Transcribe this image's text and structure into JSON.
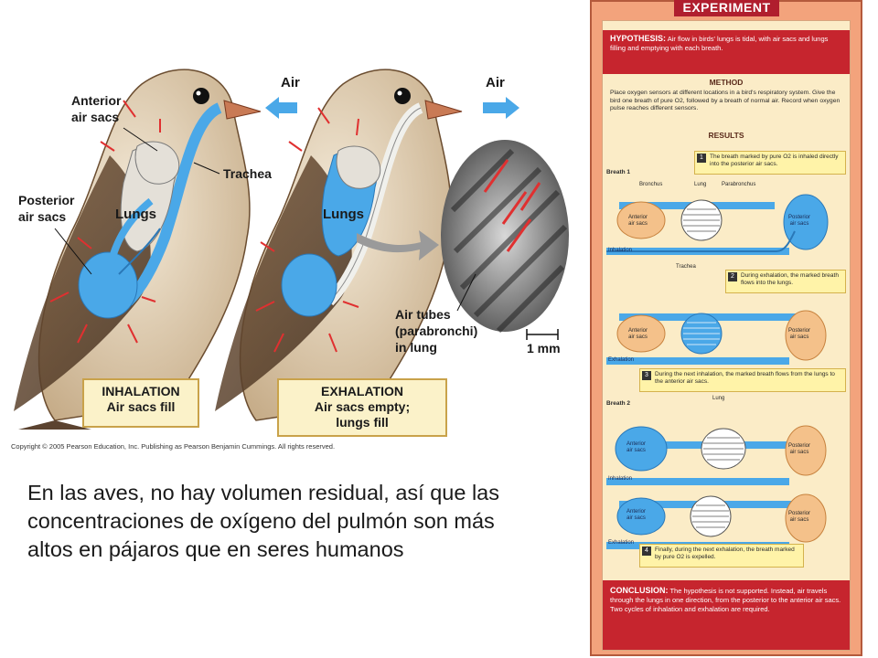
{
  "diagram": {
    "labels": {
      "air_left": "Air",
      "air_right": "Air",
      "anterior_air_sacs": "Anterior\nair sacs",
      "trachea": "Trachea",
      "posterior_air_sacs": "Posterior\nair sacs",
      "lungs_left": "Lungs",
      "lungs_right": "Lungs",
      "air_tubes": "Air tubes\n(parabronchi)\nin lung",
      "scale": "1 mm"
    },
    "inhalation": {
      "title": "INHALATION",
      "subtitle": "Air sacs fill"
    },
    "exhalation": {
      "title": "EXHALATION",
      "subtitle": "Air sacs empty;\nlungs fill"
    },
    "copyright": "Copyright © 2005 Pearson Education, Inc. Publishing as Pearson Benjamin Cummings. All rights reserved."
  },
  "slide_text": "En las aves, no hay volumen residual, así que las concentraciones de oxígeno del pulmón son más altos en pájaros que en seres humanos",
  "experiment": {
    "title": "EXPERIMENT",
    "hypothesis_label": "HYPOTHESIS:",
    "hypothesis_text": "Air flow in birds' lungs is tidal, with air sacs and lungs filling and emptying with each breath.",
    "method_heading": "METHOD",
    "method_text": "Place oxygen sensors at different locations in a bird's respiratory system. Give the bird one breath of pure O2, followed by a breath of normal air. Record when oxygen pulse reaches different sensors.",
    "results_heading": "RESULTS",
    "breath1": "Breath 1",
    "breath2": "Breath 2",
    "notes": [
      {
        "num": "1",
        "text": "The breath marked by pure O2 is inhaled directly into the posterior air sacs."
      },
      {
        "num": "2",
        "text": "During exhalation, the marked breath flows into the lungs."
      },
      {
        "num": "3",
        "text": "During the next inhalation, the marked breath flows from the lungs to the anterior air sacs."
      },
      {
        "num": "4",
        "text": "Finally, during the next exhalation, the breath marked by pure O2 is expelled."
      }
    ],
    "small_labels": {
      "bronchus": "Bronchus",
      "lung": "Lung",
      "parabronchus": "Parabronchus",
      "lung2": "Lung",
      "anterior": "Anterior\nair sacs",
      "posterior": "Posterior\nair sacs",
      "inhalation": "Inhalation",
      "exhalation": "Exhalation",
      "trachea": "Trachea"
    },
    "conclusion_label": "CONCLUSION:",
    "conclusion_text": "The hypothesis is not supported. Instead, air travels through the lungs in one direction, from the posterior to the anterior air sacs. Two cycles of inhalation and exhalation are required."
  },
  "colors": {
    "sac_blue": "#4aa8e8",
    "lung_gray": "#e4e0d8",
    "arrow_red": "#e03030",
    "panel_red": "#c6252e",
    "caption_fill": "#fbf2c9"
  }
}
